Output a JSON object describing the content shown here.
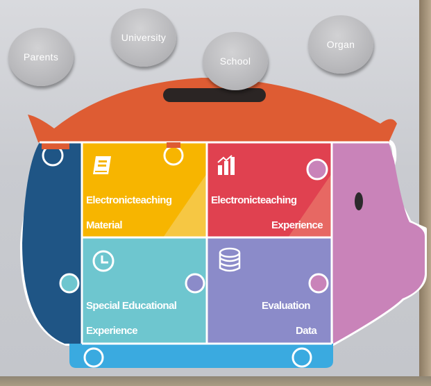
{
  "circles": [
    {
      "label": "Parents"
    },
    {
      "label": "University"
    },
    {
      "label": "School"
    },
    {
      "label": "Organ"
    }
  ],
  "tiles": [
    {
      "id": "material",
      "line1": "Electronicteaching",
      "line2": "Material",
      "icon": "book-icon",
      "color": "#f7b500"
    },
    {
      "id": "experience",
      "line1": "Electronicteaching",
      "line2": "Experience",
      "icon": "bar-chart-icon",
      "color": "#e04150"
    },
    {
      "id": "special",
      "line1": "Special Educational",
      "line2": "Experience",
      "icon": "clock-icon",
      "color": "#6ec6cf"
    },
    {
      "id": "evaluation",
      "line1": "Evaluation",
      "line2": "Data",
      "icon": "database-icon",
      "color": "#8b8bc9"
    }
  ],
  "colors": {
    "pig_back": "#de5c33",
    "pig_left": "#1f5585",
    "pig_head": "#c983b9",
    "pig_feet": "#3aaae0"
  }
}
